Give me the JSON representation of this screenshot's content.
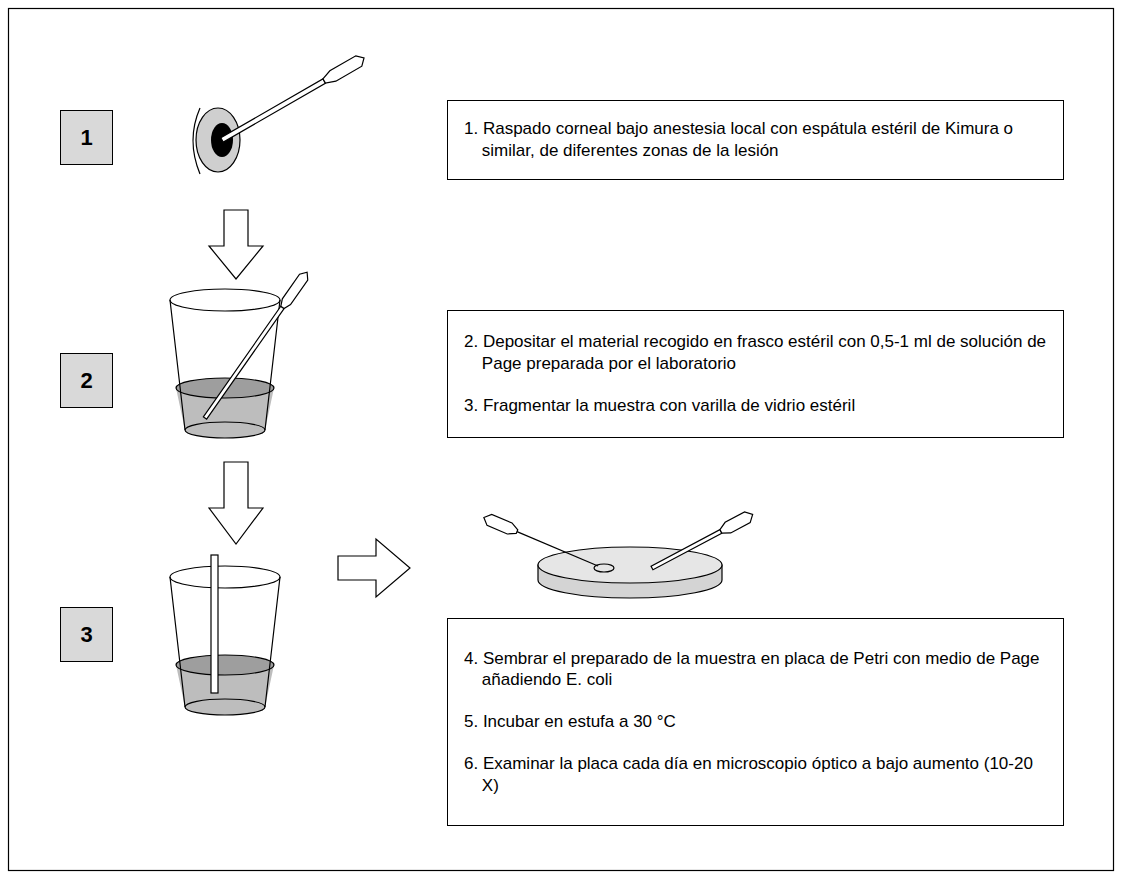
{
  "diagram": {
    "nodes": [
      {
        "text": [
          "1"
        ]
      },
      {
        "text": [
          "1. Raspado corneal bajo anestesia local con espátula estéril de Kimura o similar, de diferentes zonas de la lesión"
        ]
      },
      {
        "text": [
          "2"
        ]
      },
      {
        "text": [
          "2. Depositar el material recogido en frasco estéril con 0,5-1 ml de solución de Page preparada por el laboratorio",
          "3. Fragmentar la muestra con varilla de vidrio estéril"
        ]
      },
      {
        "text": [
          "3"
        ]
      },
      {
        "text": [
          "4. Sembrar el preparado de la muestra en placa de Petri con medio de Page añadiendo E. coli",
          "5. Incubar en estufa a 30 °C",
          "6. Examinar la placa cada día en microscopio óptico a bajo aumento (10-20 X)"
        ]
      }
    ]
  }
}
